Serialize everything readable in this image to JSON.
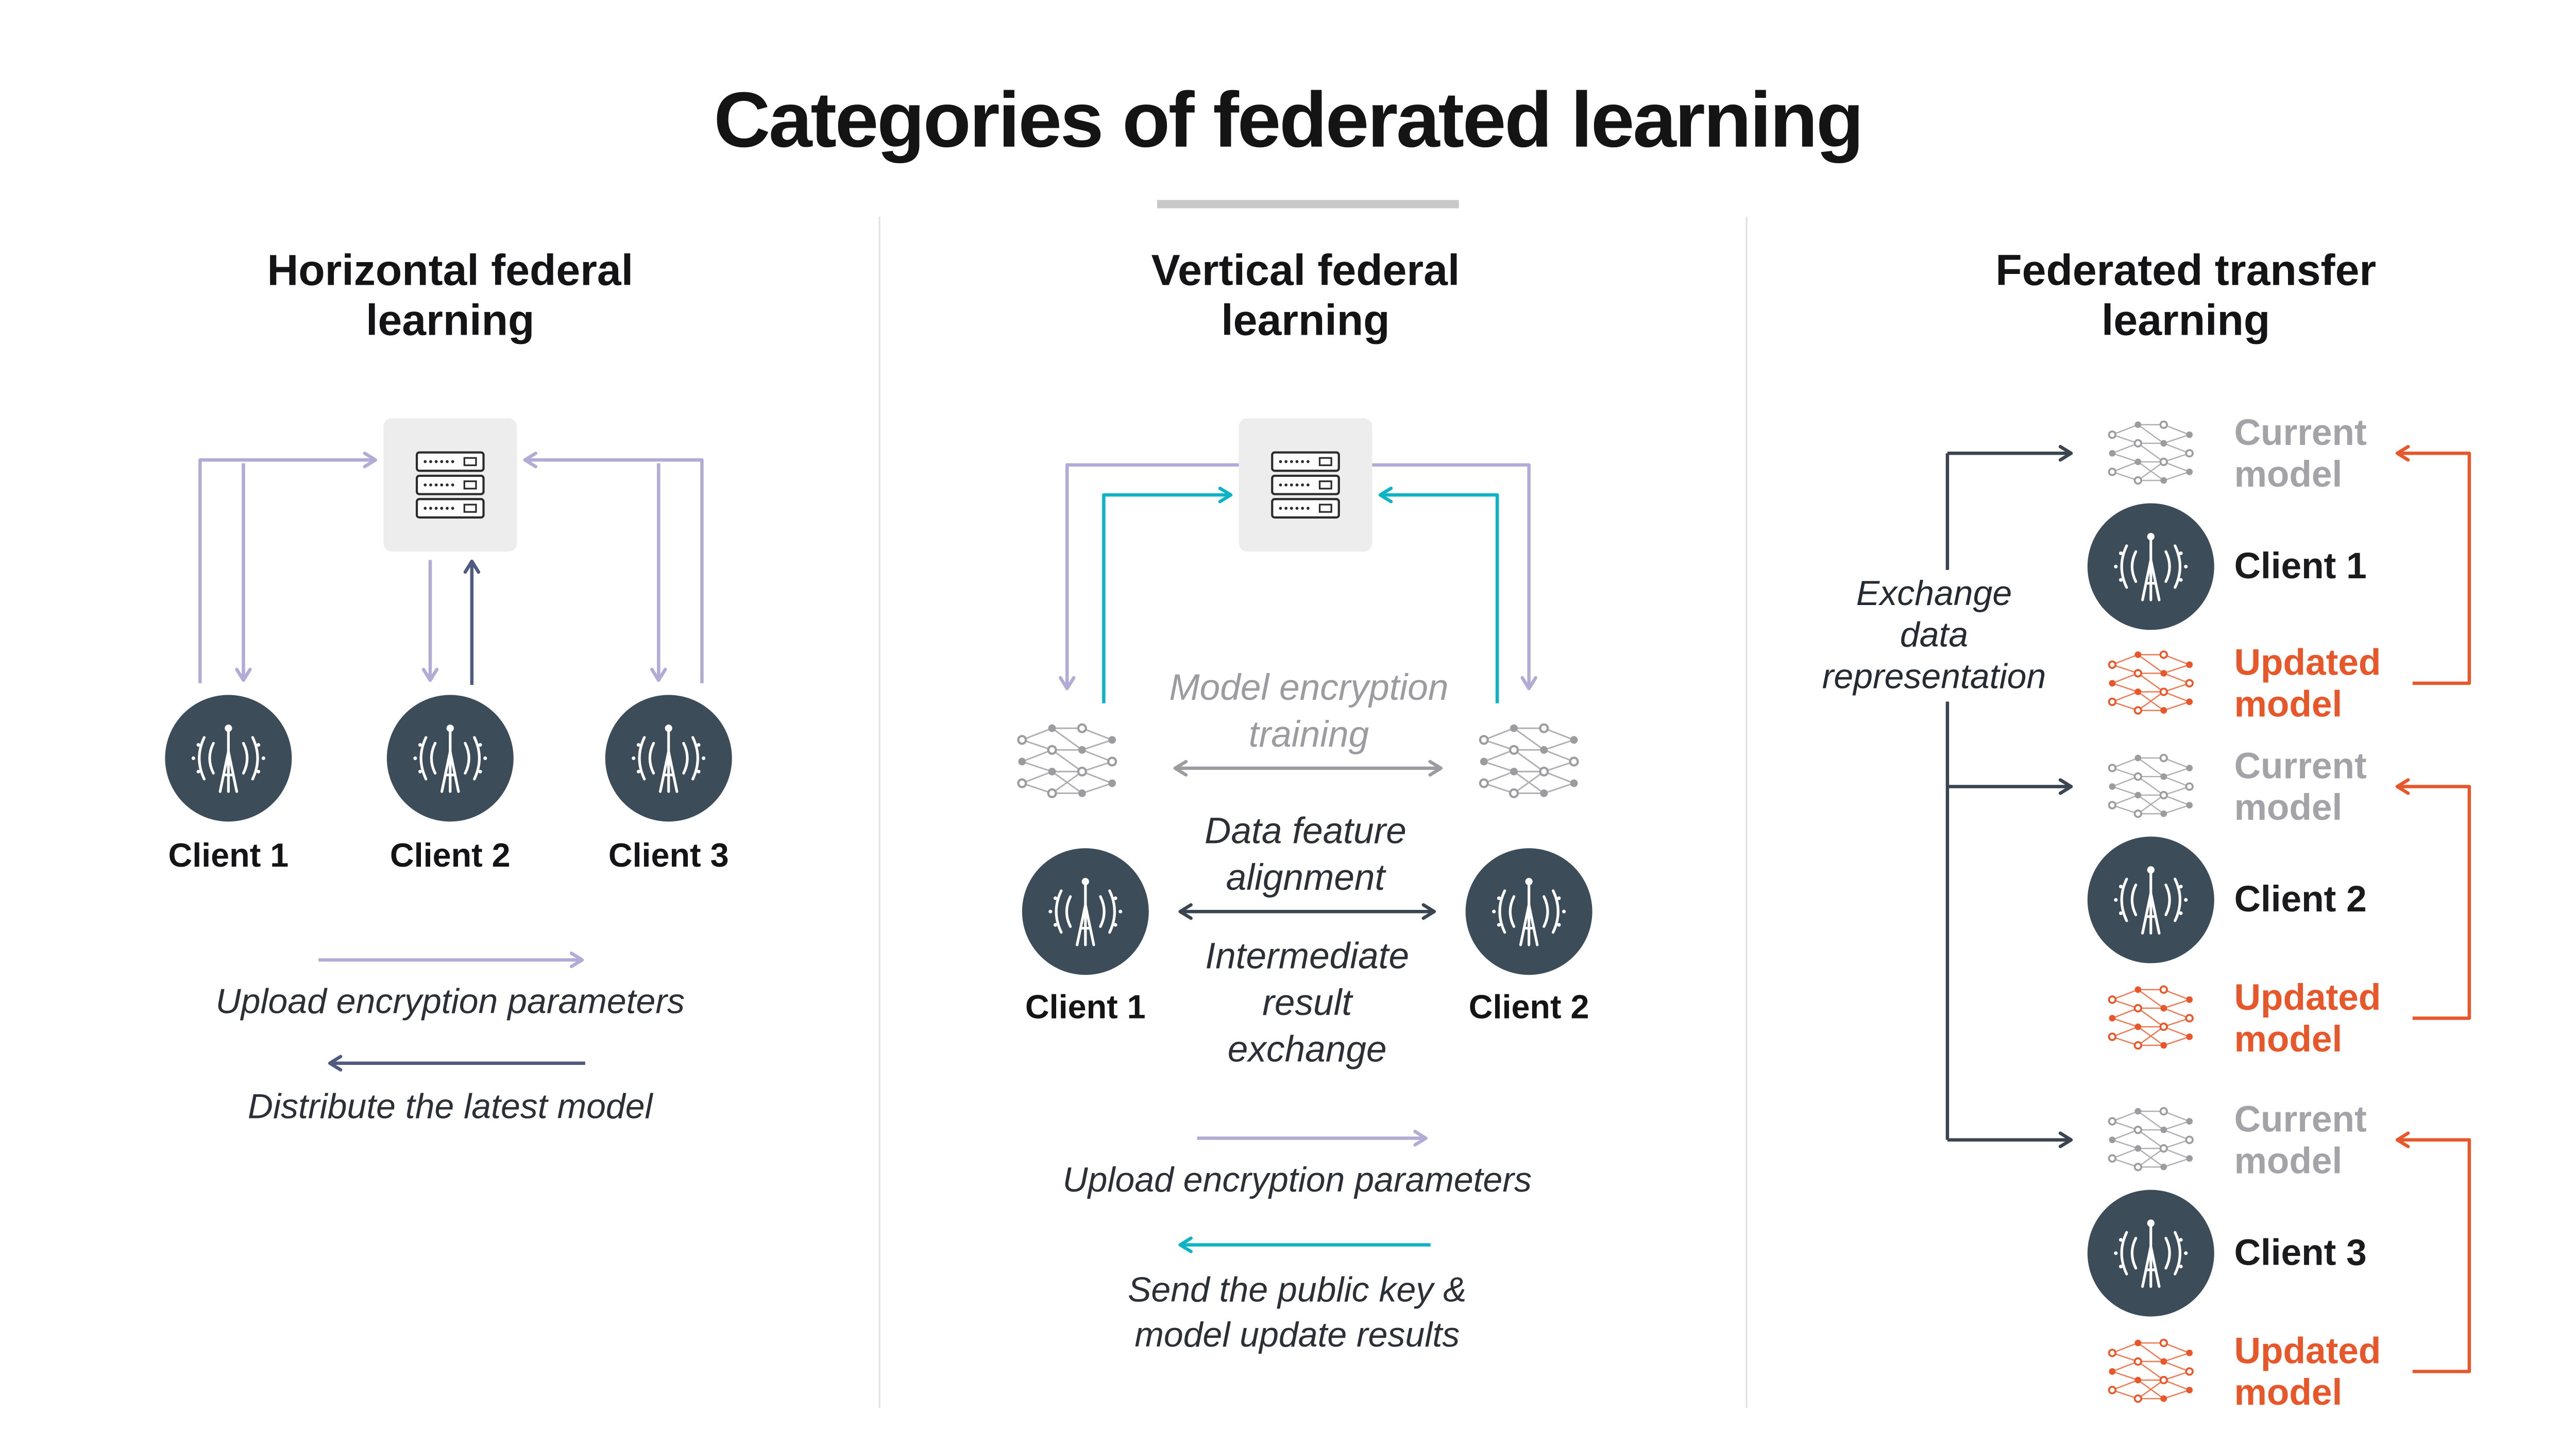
{
  "title": "Categories of federated learning",
  "panels": {
    "horizontal": {
      "heading": "Horizontal federal learning",
      "clients": [
        "Client 1",
        "Client 2",
        "Client 3"
      ],
      "legend": {
        "upload": "Upload encryption parameters",
        "distribute": "Distribute the latest model"
      }
    },
    "vertical": {
      "heading": "Vertical federal learning",
      "clients": [
        "Client 1",
        "Client 2"
      ],
      "annotations": {
        "model_encryption": "Model encryption training",
        "data_feature": "Data feature alignment",
        "intermediate": "Intermediate result exchange"
      },
      "legend": {
        "upload": "Upload encryption parameters",
        "send_lines": [
          "Send the public key &",
          "model update results"
        ]
      }
    },
    "transfer": {
      "heading": "Federated transfer learning",
      "exchange_lines": [
        "Exchange",
        "data",
        "representation"
      ],
      "groups": [
        {
          "current": "Current model",
          "client": "Client 1",
          "updated": "Updated model"
        },
        {
          "current": "Current model",
          "client": "Client 2",
          "updated": "Updated model"
        },
        {
          "current": "Current model",
          "client": "Client 3",
          "updated": "Updated model"
        }
      ]
    }
  },
  "icons": {
    "server": "server-icon",
    "client": "antenna-icon",
    "model": "neural-network-icon"
  },
  "colors": {
    "light_purple": "#b2abd6",
    "dark_purple": "#4e5a80",
    "teal": "#0cb4c6",
    "gray": "#9c9ca0",
    "dark_slate": "#3a4550",
    "orange": "#e8572a",
    "client_circle": "#3c4d59"
  }
}
